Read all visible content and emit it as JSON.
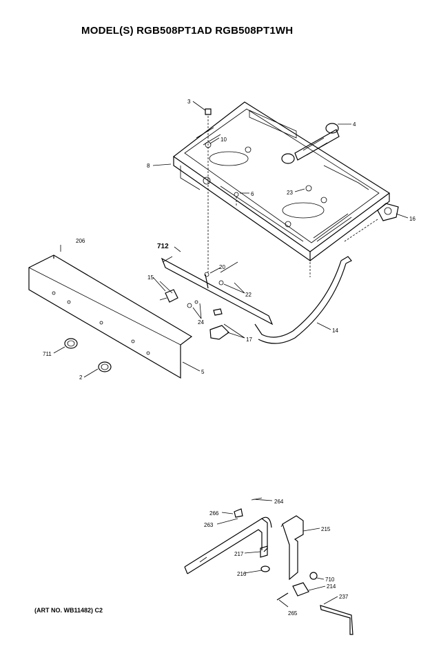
{
  "title": "MODEL(S) RGB508PT1AD  RGB508PT1WH",
  "art_no": "(ART NO. WB11482) C2",
  "callouts": {
    "c3": "3",
    "c4": "4",
    "c10": "10",
    "c8": "8",
    "c6": "6",
    "c23": "23",
    "c16": "16",
    "c206": "206",
    "c712": "712",
    "c20": "20",
    "c15": "15",
    "c22": "22",
    "c24": "24",
    "c17": "17",
    "c14": "14",
    "c711": "711",
    "c2": "2",
    "c5": "5",
    "c264": "264",
    "c266": "266",
    "c263": "263",
    "c215": "215",
    "c217": "217",
    "c216": "216",
    "c710": "710",
    "c214": "214",
    "c237": "237",
    "c265": "265"
  }
}
